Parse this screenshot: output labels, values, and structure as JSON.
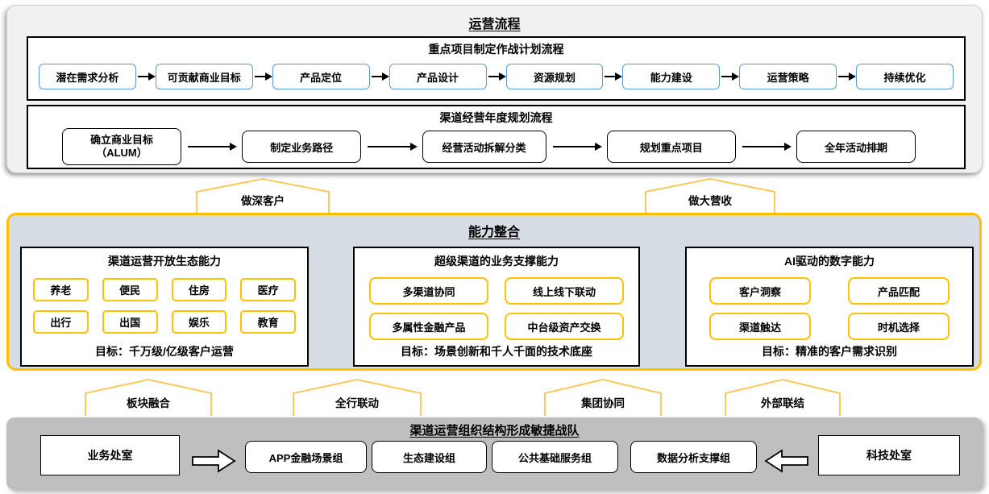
{
  "top_panel": {
    "title": "运营流程",
    "flow1": {
      "title": "重点项目制定作战计划流程",
      "steps": [
        "潜在需求分析",
        "可贡献商业目标",
        "产品定位",
        "产品设计",
        "资源规划",
        "能力建设",
        "运营策略",
        "持续优化"
      ]
    },
    "flow2": {
      "title": "渠道经营年度规划流程",
      "steps": [
        "确立商业目标\n（ALUM）",
        "制定业务路径",
        "经营活动拆解分类",
        "规划重点项目",
        "全年活动排期"
      ]
    }
  },
  "up_arrows": [
    {
      "label": "做深客户"
    },
    {
      "label": "做大营收"
    }
  ],
  "capability_panel": {
    "title": "能力整合",
    "columns": [
      {
        "title": "渠道运营开放生态能力",
        "items": [
          "养老",
          "便民",
          "住房",
          "医疗",
          "出行",
          "出国",
          "娱乐",
          "教育"
        ],
        "goal": "目标：千万级/亿级客户运营"
      },
      {
        "title": "超级渠道的业务支撑能力",
        "items": [
          "多渠道协同",
          "线上线下联动",
          "多属性金融产品",
          "中台级资产交换"
        ],
        "goal": "目标：场景创新和千人千面的技术底座"
      },
      {
        "title": "AI驱动的数字能力",
        "items": [
          "客户洞察",
          "产品匹配",
          "渠道触达",
          "时机选择"
        ],
        "goal": "目标：精准的客户需求识别"
      }
    ]
  },
  "mid_arrows": [
    {
      "label": "板块融合"
    },
    {
      "label": "全行联动"
    },
    {
      "label": "集团协同"
    },
    {
      "label": "外部联结"
    }
  ],
  "org_panel": {
    "title": "渠道运营组织结构形成敏捷战队",
    "left_dept": "业务处室",
    "right_dept": "科技处室",
    "teams": [
      "APP金融场景组",
      "生态建设组",
      "公共基础服务组",
      "数据分析支撑组"
    ]
  },
  "colors": {
    "accent_amber": "#FFC000",
    "accent_blue": "#5B9BD5",
    "capability_bg": "#D6DCE4",
    "org_bg": "#BFBFBF",
    "top_bg": "#F1F1F1"
  }
}
